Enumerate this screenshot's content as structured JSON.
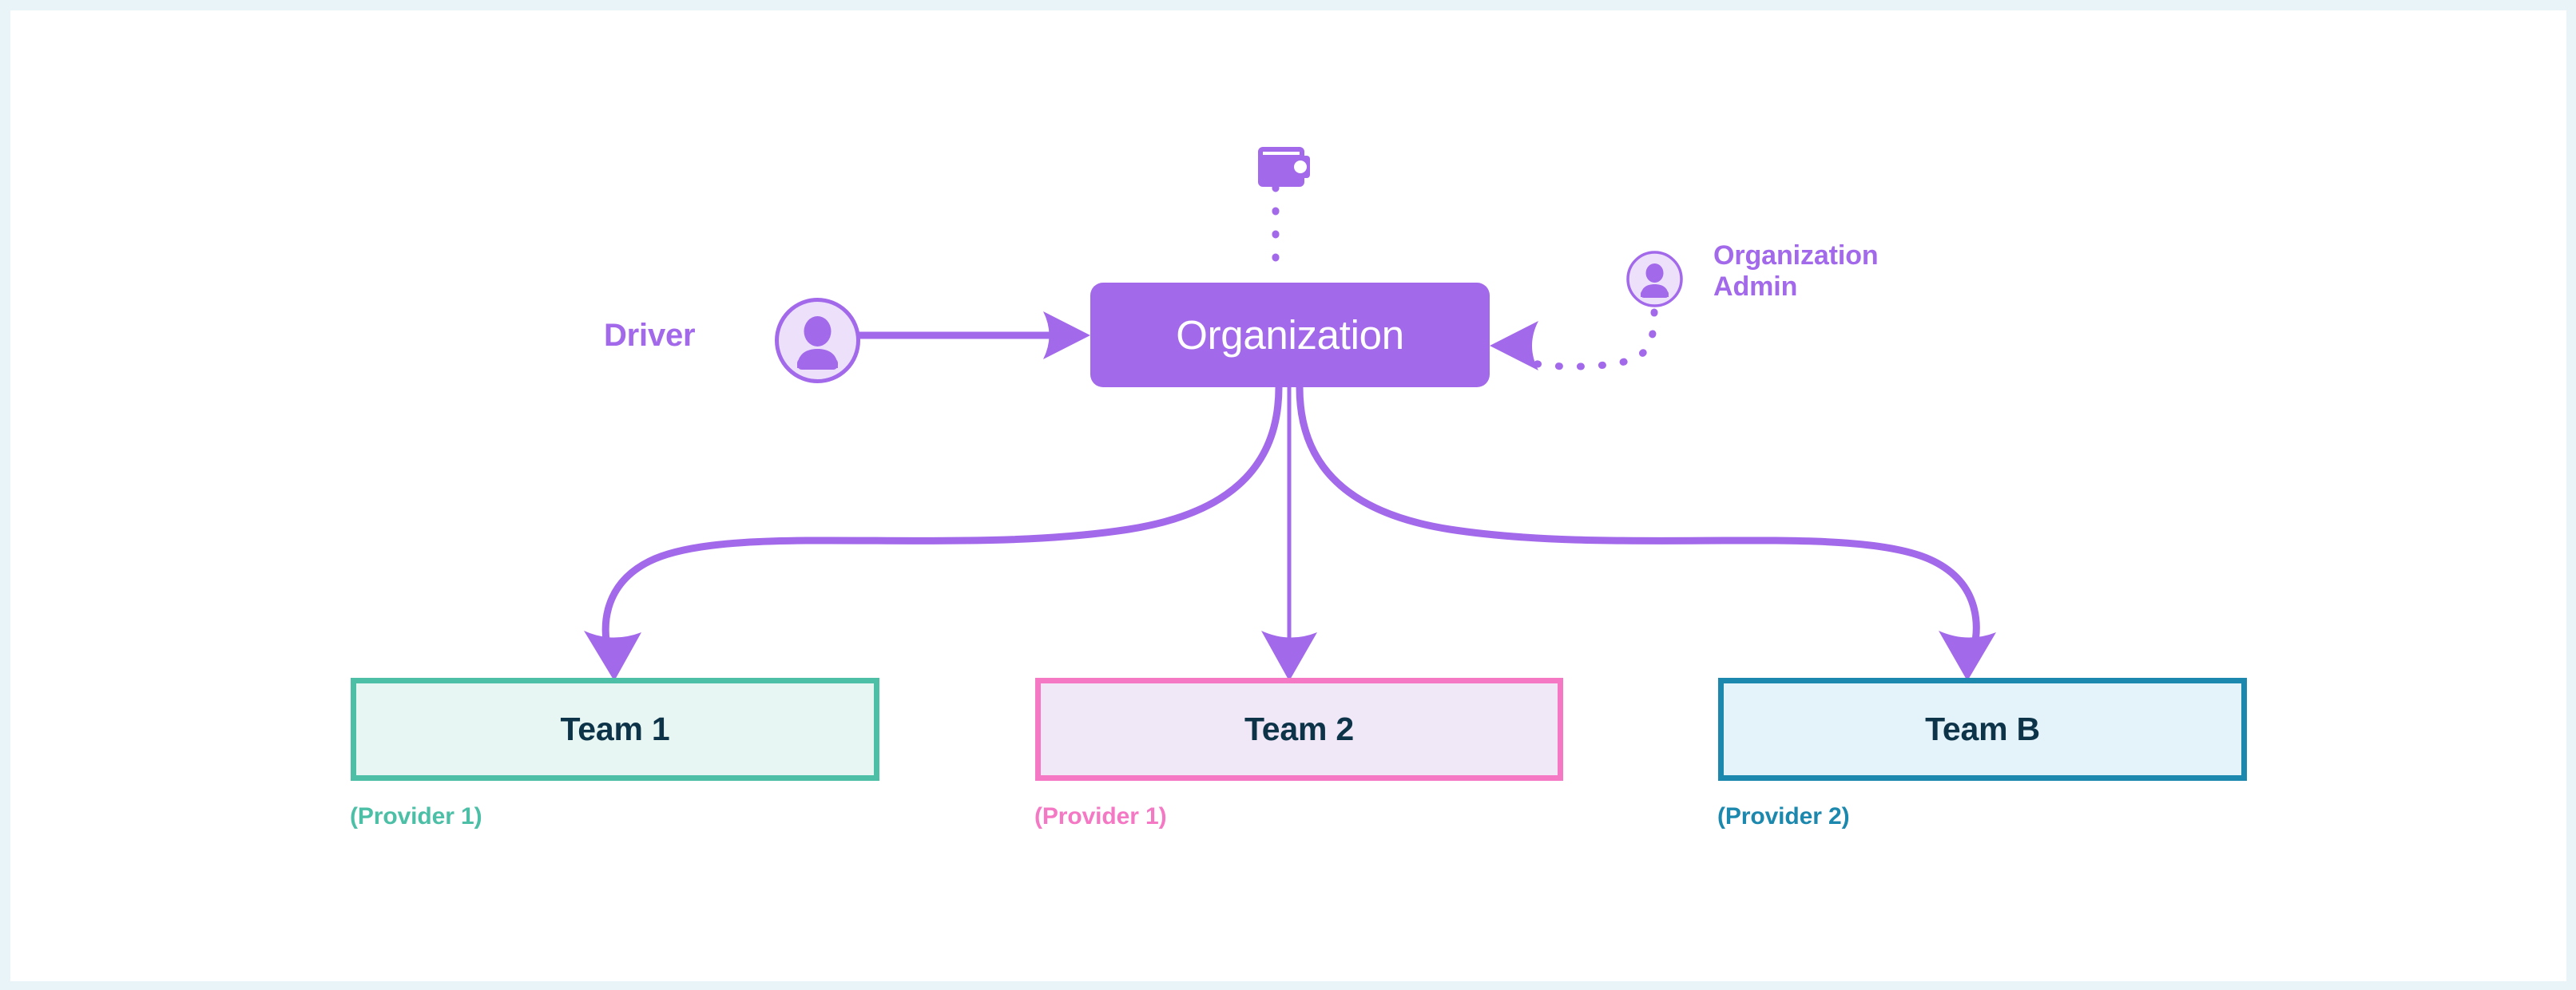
{
  "canvas": {
    "background_color": "#ffffff",
    "frame_color": "#e8f4f8"
  },
  "palette": {
    "purple": "#a369eb",
    "purple_light": "#ece0fa",
    "teal": "#4cbfa6",
    "teal_fill": "#e7f6f2",
    "pink": "#f478c4",
    "pink_fill": "#f0e7f7",
    "blue": "#1c88ad",
    "blue_fill": "#e4f2f9",
    "dark_text": "#0d3349"
  },
  "organization": {
    "label": "Organization",
    "icon": "wallet-icon"
  },
  "driver": {
    "label": "Driver",
    "icon": "user-avatar-icon"
  },
  "org_admin": {
    "label": "Organization\nAdmin",
    "line1": "Organization",
    "line2": "Admin",
    "icon": "user-avatar-icon"
  },
  "teams": [
    {
      "name": "Team 1",
      "provider": "(Provider 1)",
      "color": "#4cbfa6",
      "fill": "#e7f6f2"
    },
    {
      "name": "Team 2",
      "provider": "(Provider 1)",
      "color": "#f478c4",
      "fill": "#f0e7f7"
    },
    {
      "name": "Team B",
      "provider": "(Provider 2)",
      "color": "#1c88ad",
      "fill": "#e4f2f9"
    }
  ],
  "connectors": [
    {
      "from": "driver",
      "to": "organization",
      "style": "solid",
      "arrow": "right"
    },
    {
      "from": "org_admin",
      "to": "organization",
      "style": "dotted",
      "arrow": "left"
    },
    {
      "from": "wallet",
      "to": "organization",
      "style": "dotted",
      "arrow": "none"
    },
    {
      "from": "organization",
      "to": "team-1",
      "style": "solid",
      "arrow": "down"
    },
    {
      "from": "organization",
      "to": "team-2",
      "style": "solid",
      "arrow": "down"
    },
    {
      "from": "organization",
      "to": "team-3",
      "style": "solid",
      "arrow": "down"
    }
  ]
}
